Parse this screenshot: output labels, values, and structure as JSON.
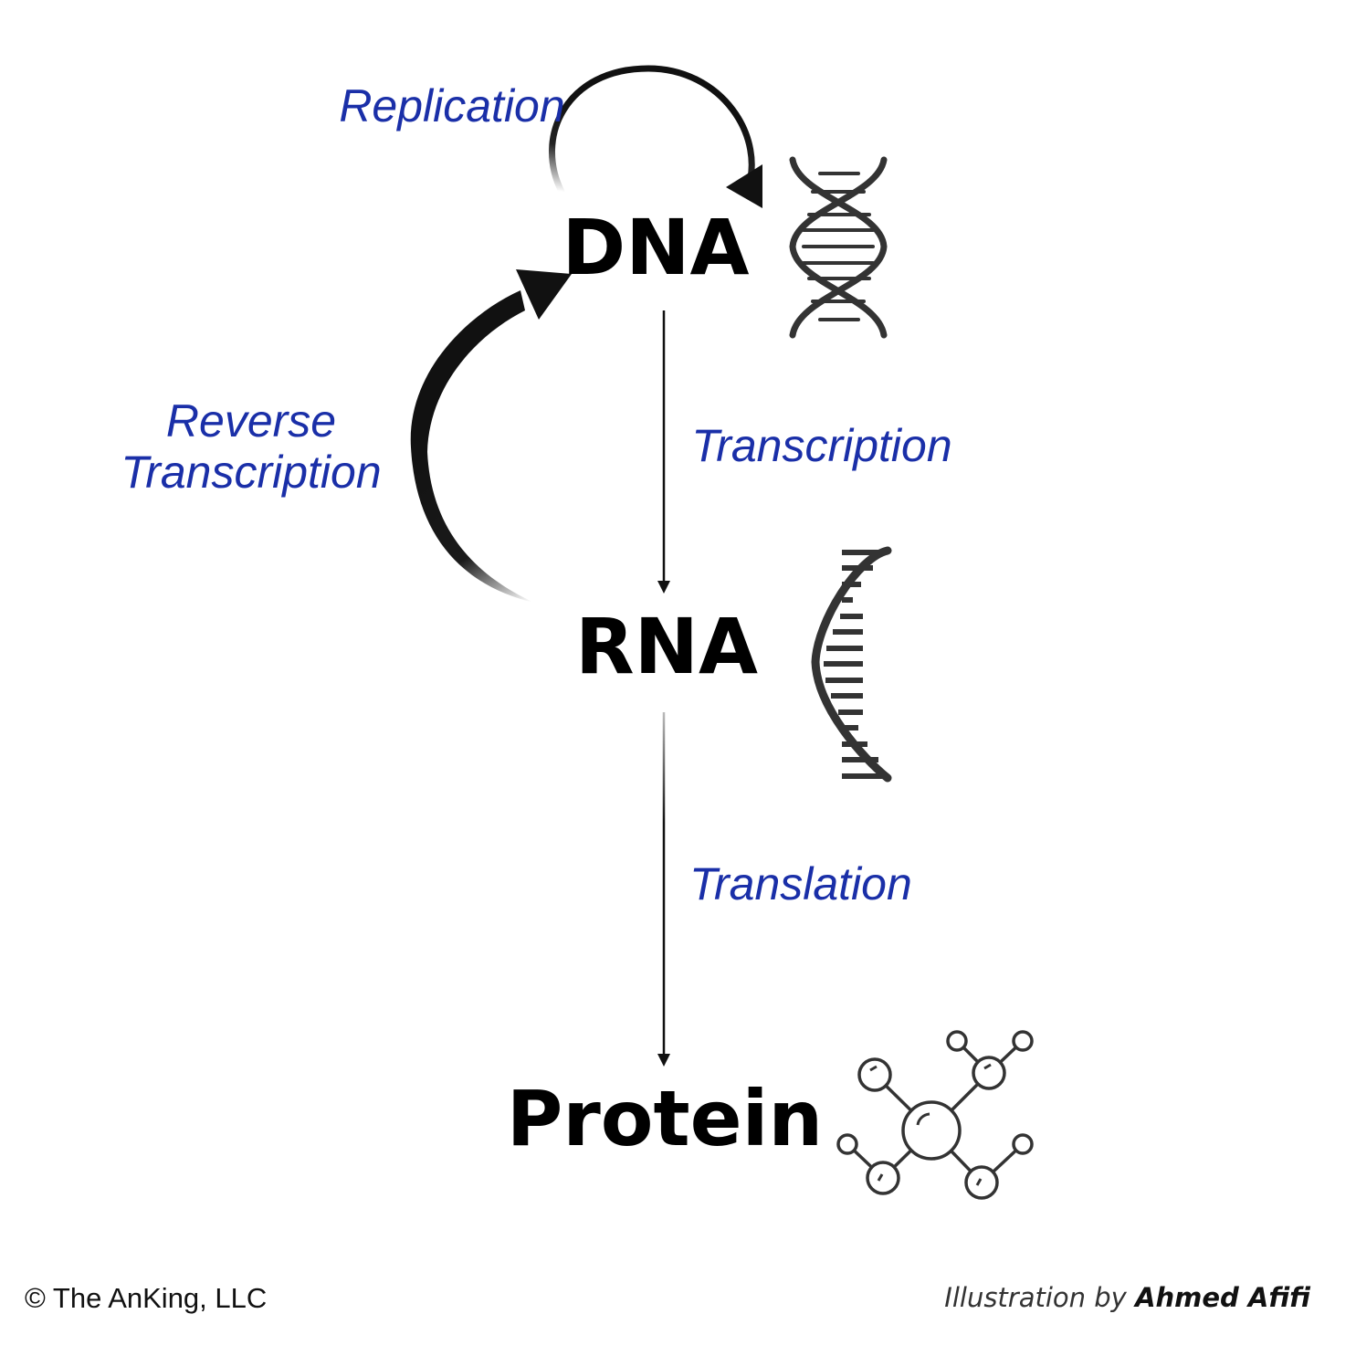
{
  "nodes": {
    "dna": "DNA",
    "rna": "RNA",
    "protein": "Protein"
  },
  "processes": {
    "replication": "Replication",
    "transcription": "Transcription",
    "reverse_transcription_line1": "Reverse",
    "reverse_transcription_line2": "Transcription",
    "translation": "Translation"
  },
  "footer": {
    "copyright": "© The AnKing, LLC",
    "credit_prefix": "Illustration by",
    "credit_author": "Ahmed Afifi"
  },
  "icons": {
    "dna": "dna-double-helix-icon",
    "rna": "rna-single-strand-icon",
    "protein": "protein-molecule-icon"
  },
  "colors": {
    "process_label": "#1a2fa8",
    "node_label": "#000000",
    "arrow": "#111111",
    "icon": "#333333"
  }
}
